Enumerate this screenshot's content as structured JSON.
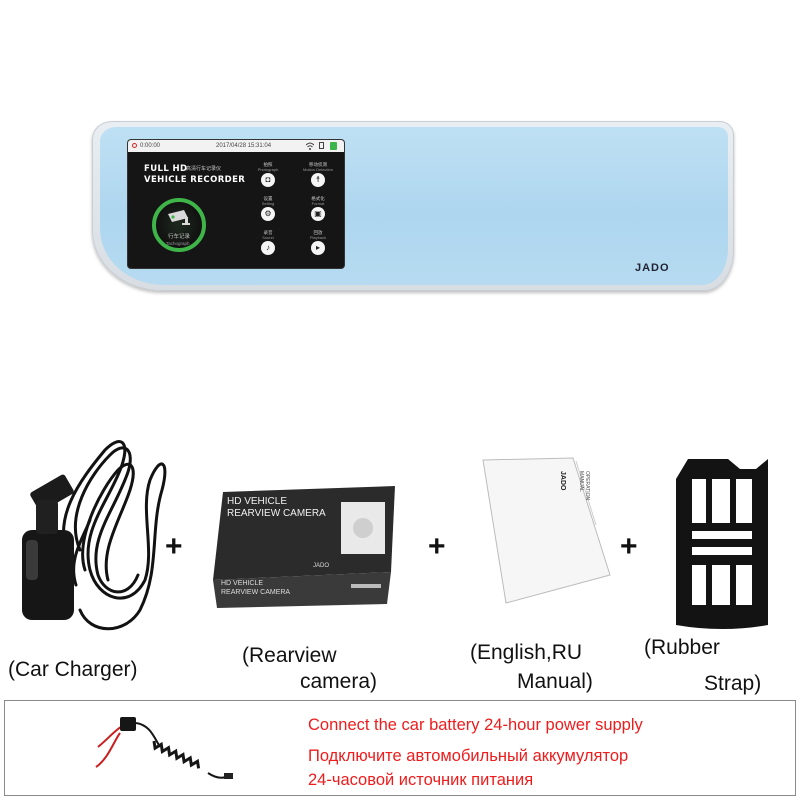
{
  "mirror": {
    "brand": "JADO",
    "screen": {
      "status": {
        "rec_time": "0:00:00",
        "datetime": "2017/04/28  15:31:04"
      },
      "title_line1": "FULL HD",
      "title_line2": "VEHICLE RECORDER",
      "title_cn": "高清行车记录仪",
      "tachograph_cn": "行车记录",
      "tachograph_label": "Tachograph",
      "menu": [
        {
          "cn": "拍照",
          "en": "Photograph",
          "icon": "camera-icon",
          "glyph": "◘"
        },
        {
          "cn": "移动侦测",
          "en": "Motion Detection",
          "icon": "running-man-icon",
          "glyph": "☨"
        },
        {
          "cn": "设置",
          "en": "Setting",
          "icon": "gear-icon",
          "glyph": "⚙"
        },
        {
          "cn": "格式化",
          "en": "Format",
          "icon": "sd-card-icon",
          "glyph": "▣"
        },
        {
          "cn": "录音",
          "en": "Sound",
          "icon": "microphone-icon",
          "glyph": "♪"
        },
        {
          "cn": "回放",
          "en": "Playback",
          "icon": "folder-icon",
          "glyph": "▸"
        }
      ]
    }
  },
  "accessories": {
    "plus": "+",
    "charger_caption": "(Car Charger)",
    "camera_caption_1": "(Rearview",
    "camera_caption_2": "camera)",
    "manual_caption_1": "(English,RU",
    "manual_caption_2": "Manual)",
    "strap_caption_1": "(Rubber",
    "strap_caption_2": "Strap)",
    "box_text_1": "HD VEHICLE",
    "box_text_2": "REARVIEW CAMERA",
    "box_front_1": "HD VEHICLE",
    "box_front_2": "REARVIEW CAMERA",
    "box_brand": "JADO",
    "manual_brand": "JADO",
    "manual_title": "OPERATION MANUAL"
  },
  "note": {
    "line1": "Connect the car battery 24-hour power supply",
    "line2": "Подключите автомобильный аккумулятор",
    "line3": "24-часовой источник питания"
  },
  "colors": {
    "note_red": "#ee1c1c",
    "screen_green": "#3fb549",
    "mirror_blue": "#b6dbf1"
  }
}
